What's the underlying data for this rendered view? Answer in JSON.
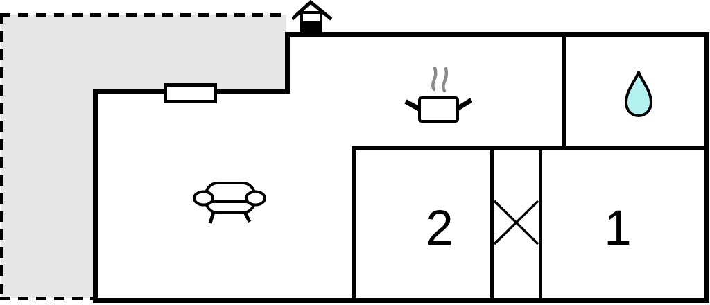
{
  "plan": {
    "type": "floor-plan",
    "rooms": {
      "living_room": {
        "icon": "sofa-icon"
      },
      "kitchen": {
        "icon": "cooking-pot-icon"
      },
      "bathroom": {
        "icon": "water-drop-icon"
      },
      "bedroom_1": {
        "number": "1"
      },
      "bedroom_2": {
        "number": "2"
      },
      "wardrobe": {
        "icon": "crossed-lines-icon"
      },
      "terrace": {
        "style": "dashed-outline-gray-fill"
      }
    },
    "entrance": {
      "icon": "house-entrance-icon"
    }
  },
  "colors": {
    "wall": "#000000",
    "background": "#ffffff",
    "terrace_fill": "#e6e6e6",
    "water_drop_fill": "#b4f1f1",
    "steam": "#8c8c8c"
  }
}
